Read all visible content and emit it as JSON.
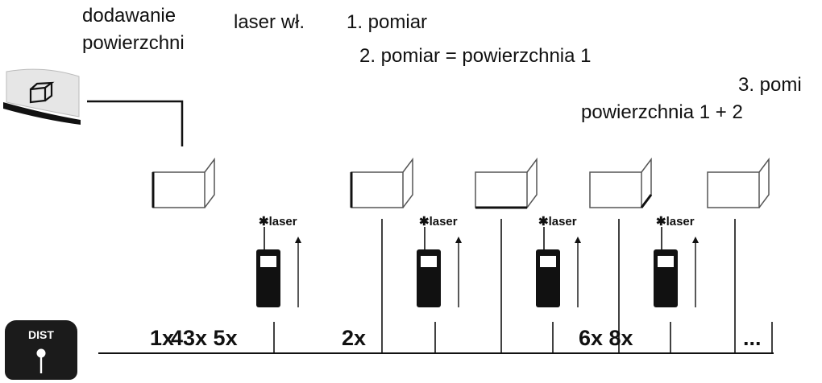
{
  "labels": {
    "add_area_line1": "dodawanie",
    "add_area_line2": "powierzchni",
    "laser_on": "laser wł.",
    "measure1": "1. pomiar",
    "measure2": "2. pomiar = powierzchnia 1",
    "measure3": "3. pomi",
    "area_sum": "powierzchnia 1 + 2"
  },
  "buttons": {
    "area_icon": "area-add-icon",
    "dist_label": "DIST"
  },
  "laser_labels": [
    "laser",
    "laser",
    "laser",
    "laser"
  ],
  "timeline": {
    "counts_a": "1x",
    "counts_b": "43x 5x",
    "count_2": "2x",
    "count_6_8": "6x 8x",
    "ellipsis": "..."
  }
}
